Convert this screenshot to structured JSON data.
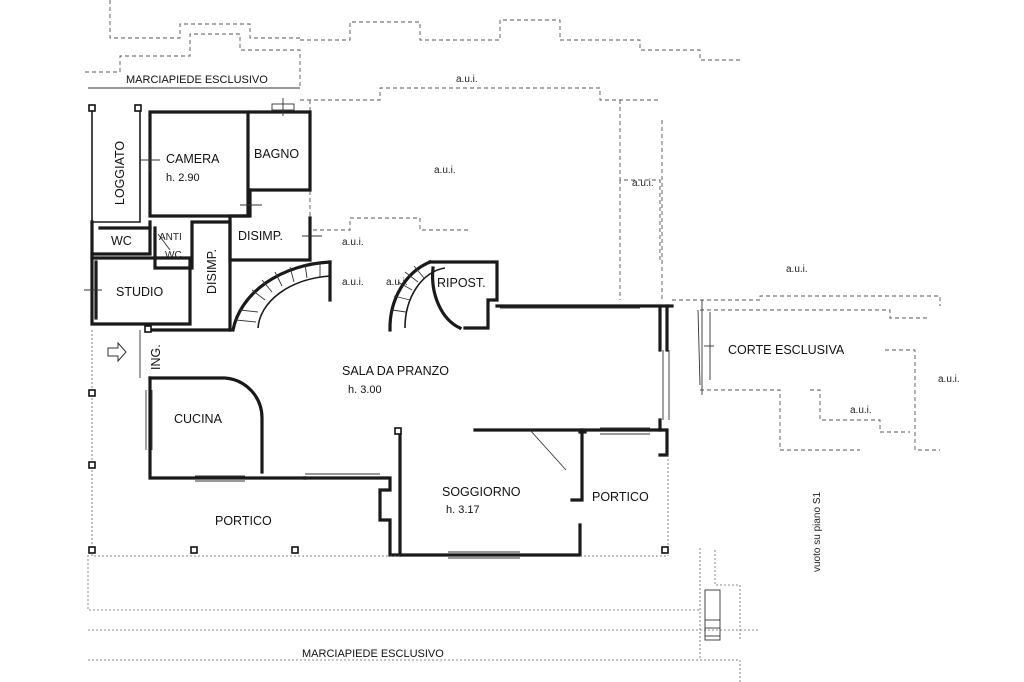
{
  "rooms": {
    "marciapiede_top": "MARCIAPIEDE ESCLUSIVO",
    "marciapiede_bottom": "MARCIAPIEDE ESCLUSIVO",
    "loggiato": "LOGGIATO",
    "camera": "CAMERA",
    "camera_h": "h. 2.90",
    "bagno": "BAGNO",
    "wc": "WC",
    "anti": "ANTI",
    "anti_wc": "WC",
    "disimp_v": "DISIMP.",
    "disimp": "DISIMP.",
    "studio": "STUDIO",
    "ripost": "RIPOST.",
    "ing": "ING.",
    "sala": "SALA DA PRANZO",
    "sala_h": "h. 3.00",
    "cucina": "CUCINA",
    "soggiorno": "SOGGIORNO",
    "soggiorno_h": "h. 3.17",
    "portico_left": "PORTICO",
    "portico_right": "PORTICO",
    "corte": "CORTE ESCLUSIVA",
    "vuoto": "vuoto su piano S1"
  },
  "aui": {
    "top": "a.u.i.",
    "center": "a.u.i.",
    "right_upper": "a.u.i.",
    "right_mid": "a.u.i.",
    "stair_left": "a.u.i.",
    "stair_a": "a.u.i.",
    "stair_b": "a.u.i.",
    "far_right": "a.u.i.",
    "corte_below": "a.u.i."
  },
  "colors": {
    "wall": "#1a1a1a",
    "background": "#ffffff"
  }
}
